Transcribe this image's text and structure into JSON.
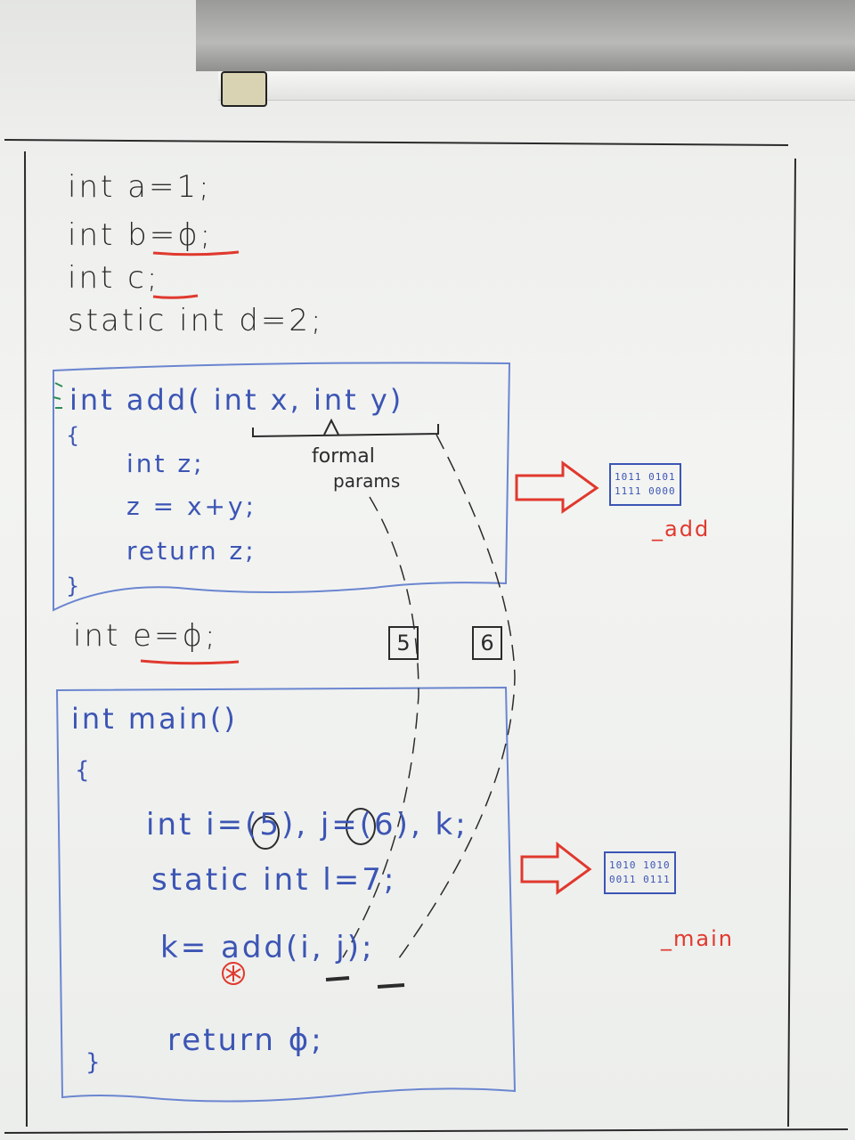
{
  "globals": [
    "int a=1;",
    "int b=ϕ;",
    "int c;",
    "static int d=2;"
  ],
  "add_func": {
    "signature": "int add( int x, int y)",
    "open_brace": "{",
    "lines": [
      "int z;",
      "z = x+y;",
      "return z;"
    ],
    "close_brace": "}"
  },
  "formal_params_label": [
    "formal",
    "params"
  ],
  "global_e": "int e=ϕ;",
  "arg_values": [
    "5",
    "6"
  ],
  "main_func": {
    "signature": "int main()",
    "open_brace": "{",
    "lines": [
      "int i=(5), j=(6), k;",
      "static int l=7;",
      "k= add(i, j);",
      "return ϕ;"
    ],
    "close_brace": "}"
  },
  "add_binary": [
    "1011 0101",
    "1111 0000"
  ],
  "add_label": "_add",
  "main_binary": [
    "1010 1010",
    "0011 0111"
  ],
  "main_label": "_main",
  "colors": {
    "black_marker": "#2b2b2b",
    "blue_marker": "#3c55b4",
    "red_marker": "#e0392e"
  }
}
